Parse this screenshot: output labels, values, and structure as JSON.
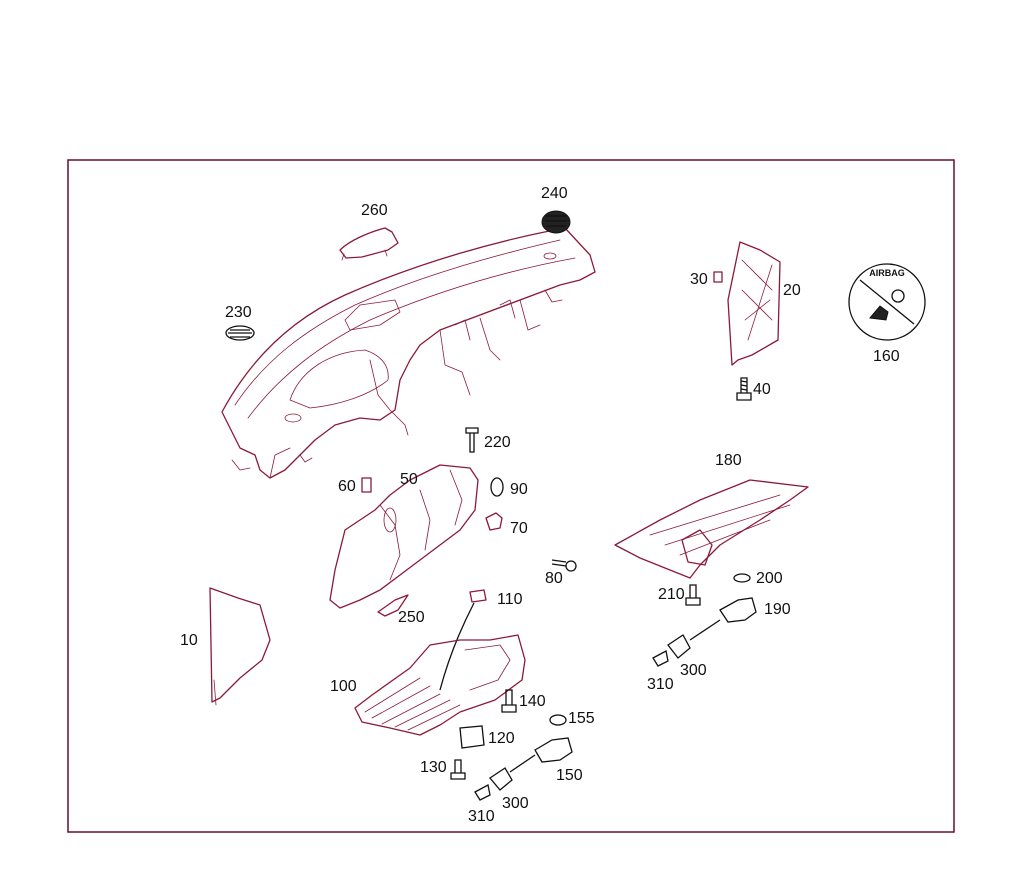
{
  "labels": {
    "p10": "10",
    "p20": "20",
    "p30": "30",
    "p40": "40",
    "p50": "50",
    "p60": "60",
    "p70": "70",
    "p80": "80",
    "p90": "90",
    "p100": "100",
    "p110": "110",
    "p120": "120",
    "p130": "130",
    "p140": "140",
    "p150": "150",
    "p155": "155",
    "p160": "160",
    "p180": "180",
    "p190": "190",
    "p200": "200",
    "p210": "210",
    "p220": "220",
    "p230": "230",
    "p240": "240",
    "p250": "250",
    "p260": "260",
    "p300a": "300",
    "p300b": "300",
    "p310a": "310",
    "p310b": "310"
  },
  "sticker": {
    "text": "AIRBAG"
  },
  "colors": {
    "part_outline": "#8b1a3a",
    "frame": "#6b0f2a",
    "label": "#111111"
  }
}
